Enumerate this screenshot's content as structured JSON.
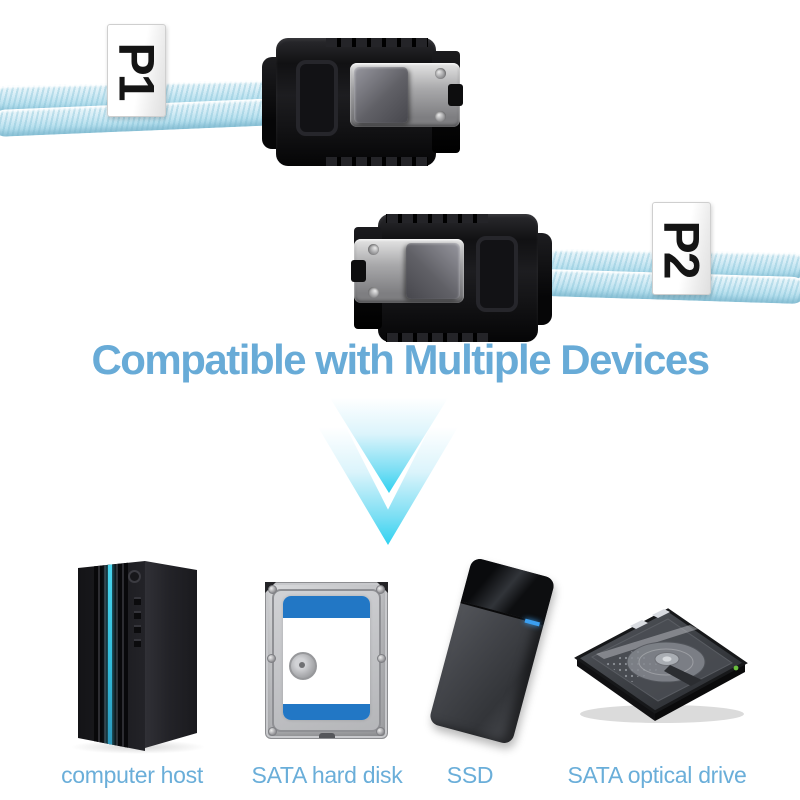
{
  "page": {
    "type": "product-feature-graphic",
    "background": "#ffffff"
  },
  "cable": {
    "p1_label": "P1",
    "p2_label": "P2",
    "sleeve_color": "#cfe9f4",
    "connector_color": "#141416",
    "latch_color": "#a9a9ab"
  },
  "headline": {
    "text": "Compatible with Multiple Devices",
    "color": "#68abd7"
  },
  "arrow": {
    "direction": "down",
    "tip_color": "#2fd2f1"
  },
  "devices": [
    {
      "name": "computer-host",
      "label": "computer host"
    },
    {
      "name": "sata-hard-disk",
      "label": "SATA hard disk"
    },
    {
      "name": "ssd",
      "label": "SSD"
    },
    {
      "name": "sata-optical-drive",
      "label": "SATA optical drive"
    }
  ],
  "colors": {
    "caption_text": "#6aaed9",
    "tower_accent": "#3ecbe9",
    "hdd_label_blue": "#2277c5",
    "ssd_led_blue": "#3b9ff0"
  }
}
